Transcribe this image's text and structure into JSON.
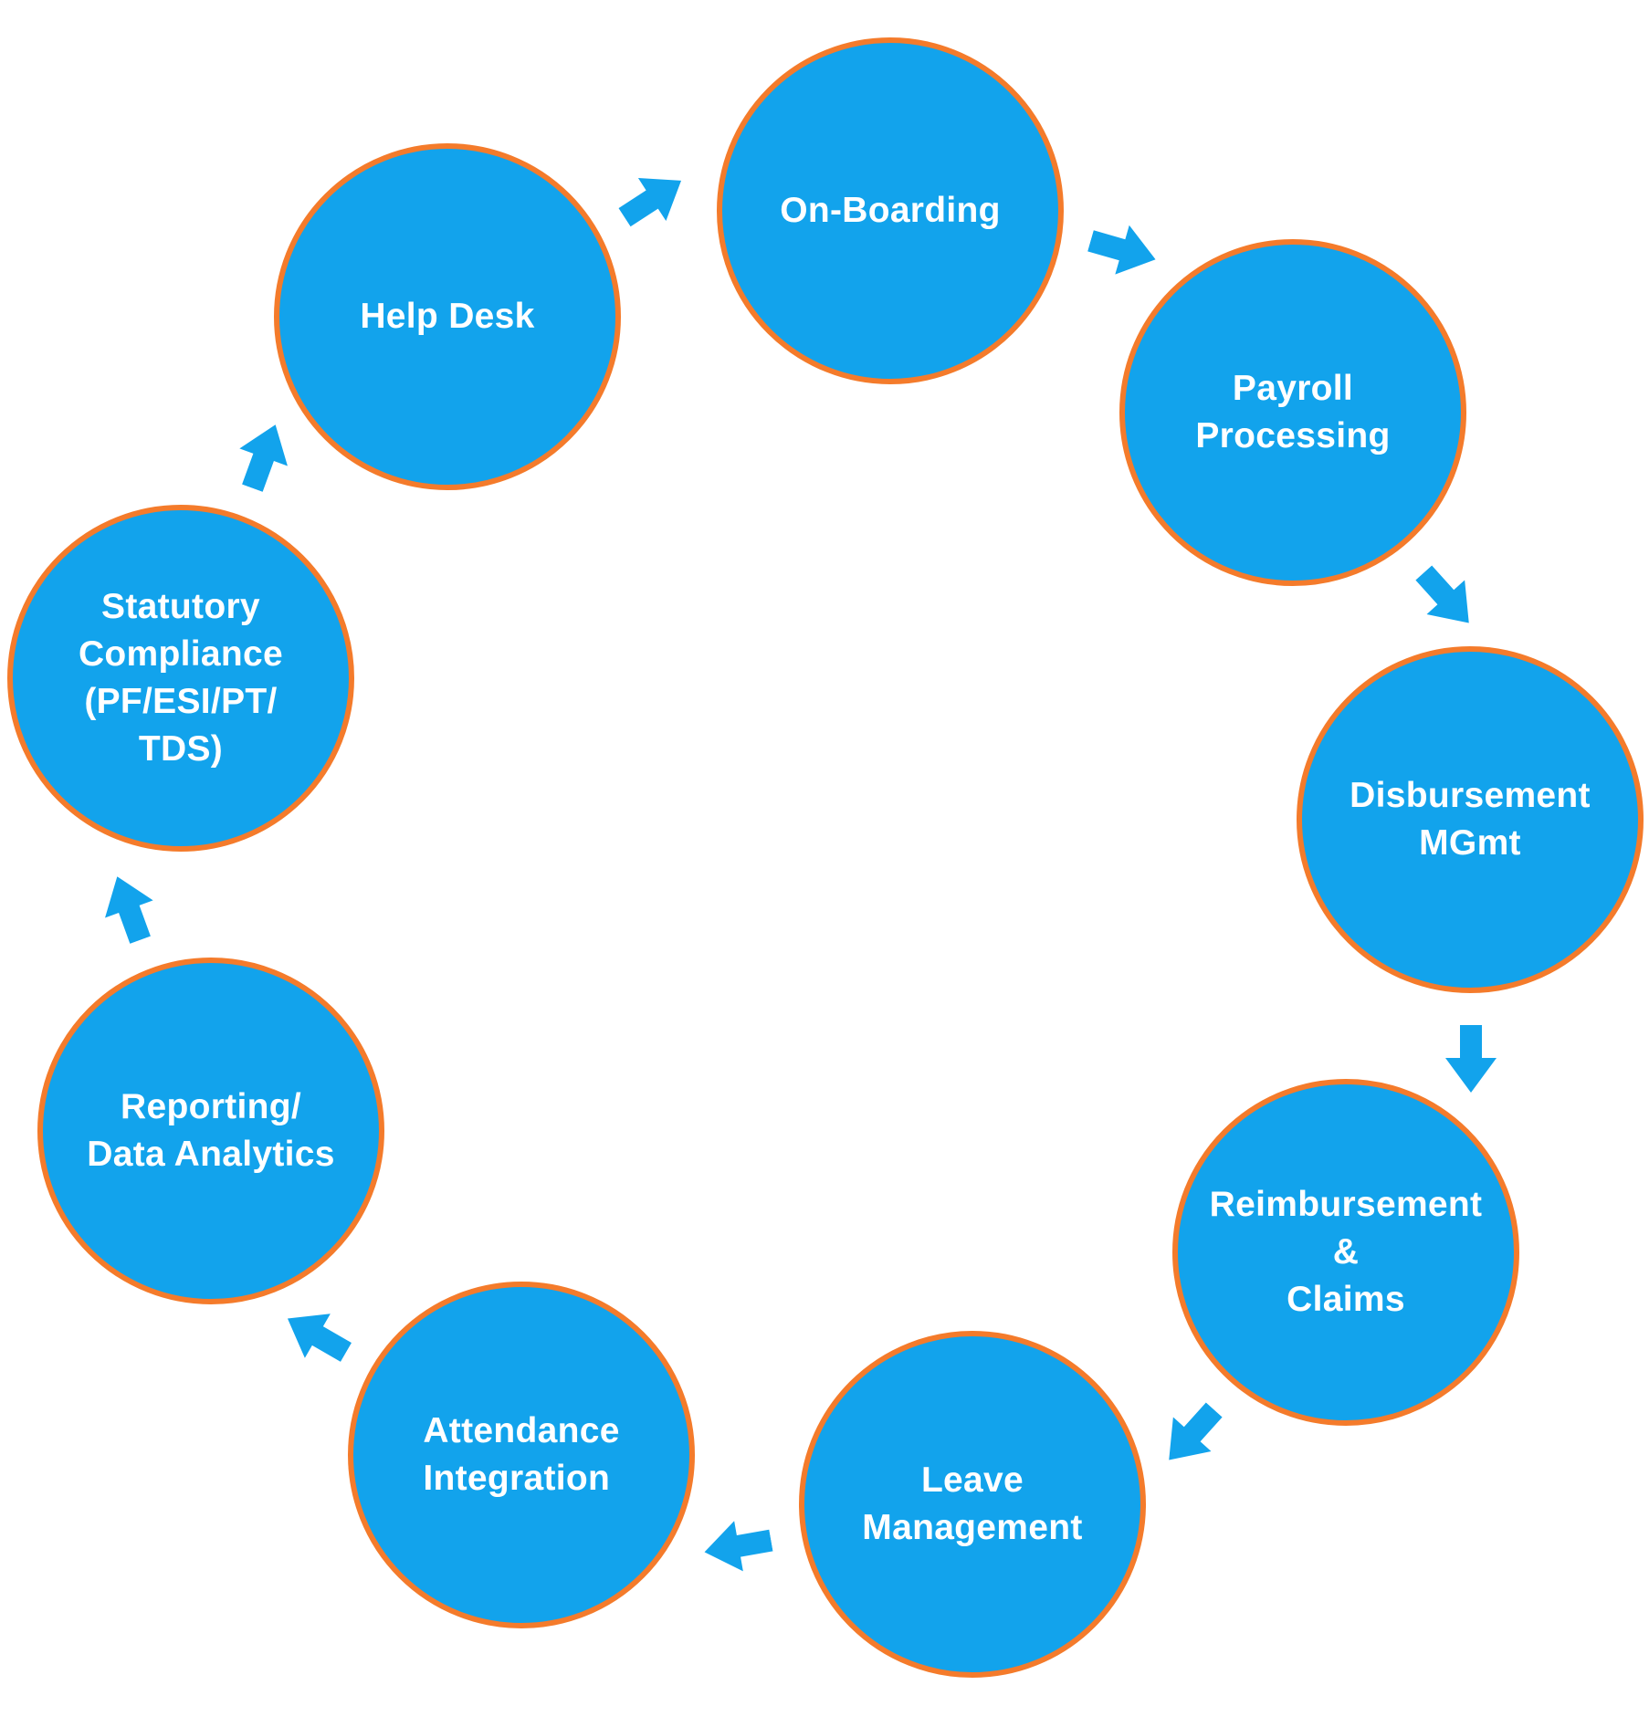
{
  "diagram": {
    "title": "",
    "colors": {
      "node_fill": "#12A3EC",
      "node_border": "#F47B2B",
      "node_text": "#FFFFFF",
      "arrow": "#12A3EC",
      "background": "#FFFFFF"
    },
    "flow_direction": "clockwise",
    "nodes": [
      {
        "id": "onboarding",
        "label": "On-Boarding"
      },
      {
        "id": "payroll",
        "label": "Payroll\nProcessing"
      },
      {
        "id": "disbursement",
        "label": "Disbursement\nMGmt"
      },
      {
        "id": "reimbursement",
        "label": "Reimbursement\n&\nClaims"
      },
      {
        "id": "leave",
        "label": "Leave\nManagement"
      },
      {
        "id": "attendance",
        "label": "Attendance\nIntegration"
      },
      {
        "id": "reporting",
        "label": "Reporting/\nData Analytics"
      },
      {
        "id": "statutory",
        "label": "Statutory\nCompliance\n(PF/ESI/PT/\nTDS)"
      },
      {
        "id": "helpdesk",
        "label": "Help Desk"
      }
    ],
    "edges": [
      {
        "from": "helpdesk",
        "to": "onboarding",
        "icon": "arrow-icon"
      },
      {
        "from": "onboarding",
        "to": "payroll",
        "icon": "arrow-icon"
      },
      {
        "from": "payroll",
        "to": "disbursement",
        "icon": "arrow-icon"
      },
      {
        "from": "disbursement",
        "to": "reimbursement",
        "icon": "arrow-icon"
      },
      {
        "from": "reimbursement",
        "to": "leave",
        "icon": "arrow-icon"
      },
      {
        "from": "leave",
        "to": "attendance",
        "icon": "arrow-icon"
      },
      {
        "from": "attendance",
        "to": "reporting",
        "icon": "arrow-icon"
      },
      {
        "from": "reporting",
        "to": "statutory",
        "icon": "arrow-icon"
      },
      {
        "from": "statutory",
        "to": "helpdesk",
        "icon": "arrow-icon"
      }
    ]
  }
}
